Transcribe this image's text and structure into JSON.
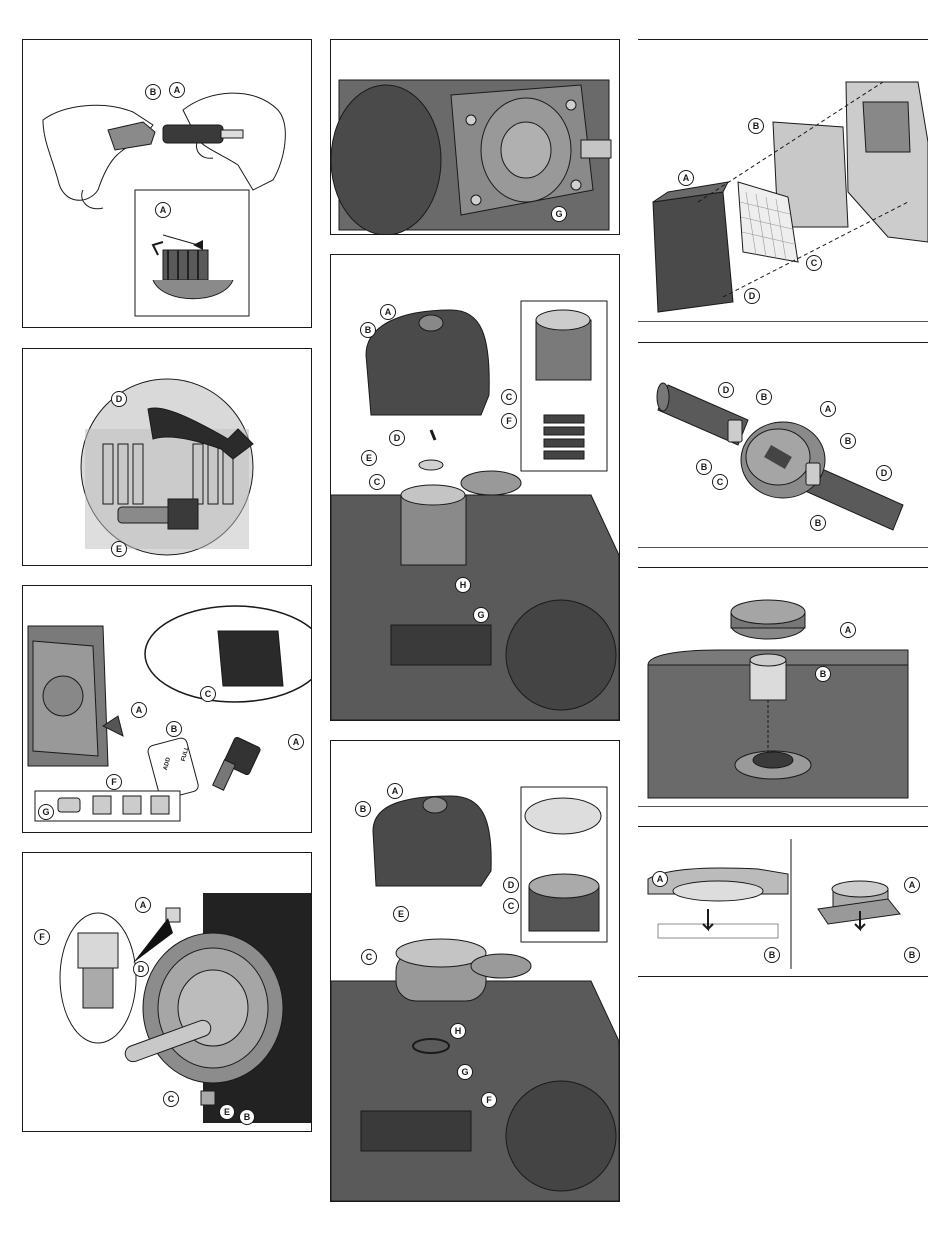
{
  "figures": {
    "spark_plug_gap": {
      "callouts": [
        "A",
        "B"
      ],
      "inset_callouts": [
        "A"
      ]
    },
    "spark_plug_wire": {
      "callouts": [
        "D",
        "E"
      ]
    },
    "oil_fill": {
      "callouts": [
        "A",
        "B",
        "C",
        "F",
        "G"
      ],
      "dipstick_marks": [
        "FULL",
        "ADD"
      ]
    },
    "gear_reduction": {
      "callouts": [
        "A",
        "B",
        "C",
        "D",
        "E",
        "F"
      ]
    },
    "engine_gear": {
      "callouts": [
        "G"
      ]
    },
    "air_cleaner_foam": {
      "callouts": [
        "A",
        "B",
        "C",
        "C",
        "D",
        "E",
        "F",
        "G",
        "H"
      ]
    },
    "air_cleaner_paper": {
      "callouts": [
        "A",
        "B",
        "C",
        "C",
        "D",
        "E",
        "F",
        "G",
        "H"
      ]
    },
    "panel_filter": {
      "callouts": [
        "A",
        "B",
        "C",
        "D"
      ]
    },
    "inline_filter": {
      "callouts": [
        "A",
        "B",
        "B",
        "B",
        "B",
        "C",
        "D",
        "D"
      ]
    },
    "fuel_strainer": {
      "callouts": [
        "A",
        "B"
      ]
    },
    "strainer_cross_section": {
      "callouts": [
        "A",
        "B",
        "A",
        "B"
      ]
    }
  },
  "colors": {
    "line": "#1a1a1a",
    "engine_dark": "#4a4a4a",
    "engine_mid": "#6b6b6b",
    "engine_light": "#9a9a9a",
    "filter_light": "#b8b8b8"
  }
}
